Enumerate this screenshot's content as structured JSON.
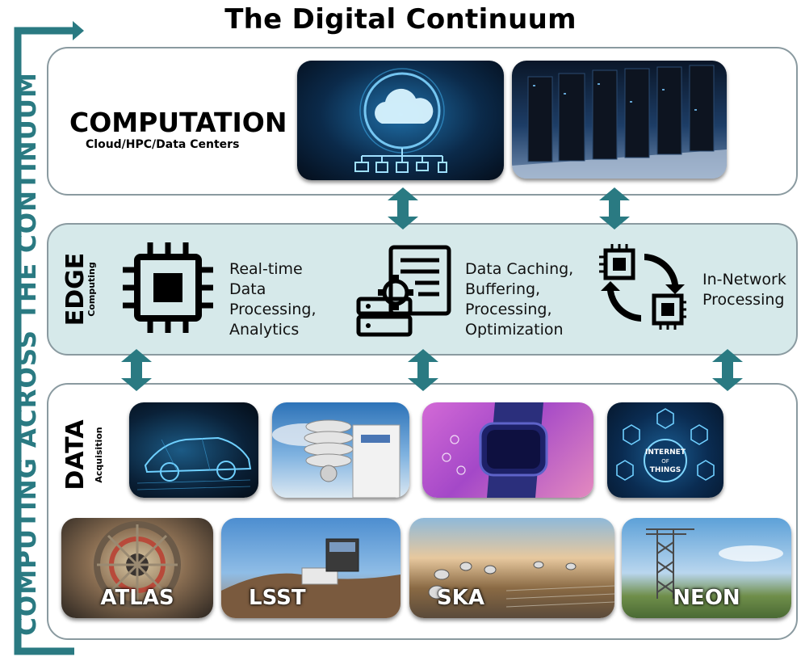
{
  "title": "The Digital Continuum",
  "side_label": "COMPUTING ACROSS THE CONTINUUM",
  "computation": {
    "title": "COMPUTATION",
    "subtitle": "Cloud/HPC/Data Centers"
  },
  "edge": {
    "title": "EDGE",
    "subtitle": "Computing",
    "items": [
      {
        "icon": "cpu-chip-icon",
        "text": "Real-time\nData\nProcessing,\nAnalytics"
      },
      {
        "icon": "server-gear-icon",
        "text": "Data Caching,\nBuffering,\nProcessing,\nOptimization"
      },
      {
        "icon": "network-chips-icon",
        "text": "In-Network\nProcessing"
      }
    ]
  },
  "data": {
    "title": "DATA",
    "subtitle": "Acquisition",
    "sites": [
      "ATLAS",
      "LSST",
      "SKA",
      "NEON"
    ]
  },
  "colors": {
    "accent": "#2a7a82",
    "edge_bg": "#d6e9ea",
    "border": "#8a9aa0"
  }
}
